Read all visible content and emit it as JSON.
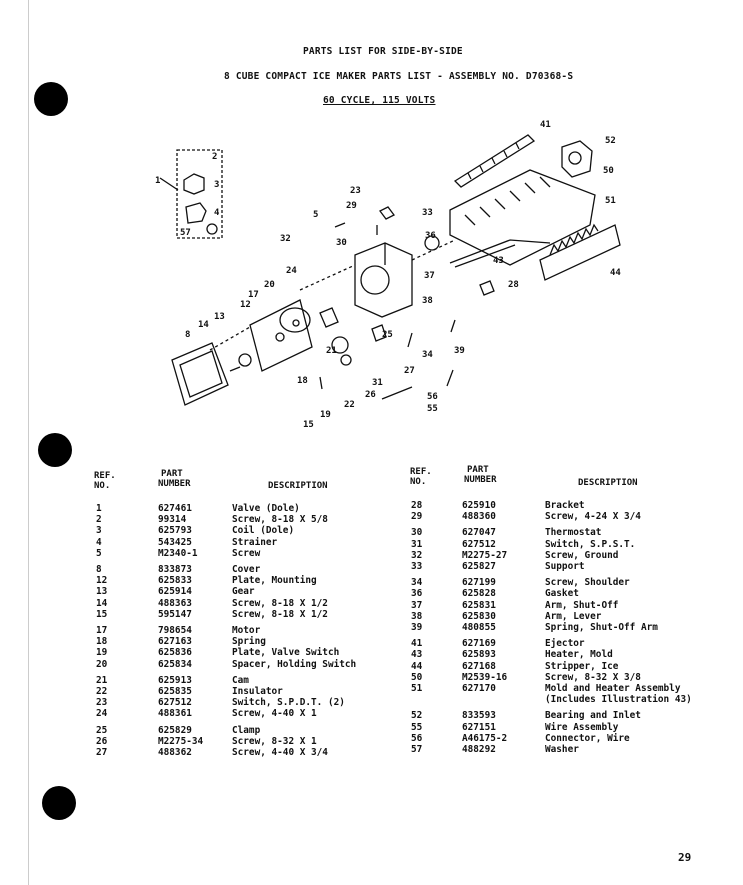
{
  "header": {
    "line1": "PARTS LIST FOR SIDE-BY-SIDE",
    "line2": "8 CUBE COMPACT ICE MAKER PARTS LIST - ASSEMBLY NO. D70368-S",
    "line3": "60 CYCLE, 115 VOLTS"
  },
  "diagram_labels": [
    "1",
    "2",
    "3",
    "4",
    "5",
    "8",
    "12",
    "13",
    "14",
    "15",
    "17",
    "18",
    "19",
    "20",
    "21",
    "22",
    "23",
    "24",
    "25",
    "26",
    "27",
    "28",
    "29",
    "30",
    "31",
    "32",
    "33",
    "34",
    "36",
    "37",
    "38",
    "39",
    "41",
    "43",
    "44",
    "50",
    "51",
    "52",
    "55",
    "56",
    "57"
  ],
  "table_headers": {
    "ref": [
      "REF.",
      "NO."
    ],
    "part": [
      "PART",
      "NUMBER"
    ],
    "desc": "DESCRIPTION"
  },
  "left_rows": [
    {
      "ref": "1",
      "part": "627461",
      "desc": "Valve (Dole)",
      "gap": false
    },
    {
      "ref": "2",
      "part": "99314",
      "desc": "Screw, 8-18 X 5/8",
      "gap": false
    },
    {
      "ref": "3",
      "part": "625793",
      "desc": "Coil (Dole)",
      "gap": false
    },
    {
      "ref": "4",
      "part": "543425",
      "desc": "Strainer",
      "gap": false
    },
    {
      "ref": "5",
      "part": "M2340-1",
      "desc": "Screw",
      "gap": false
    },
    {
      "ref": "8",
      "part": "833873",
      "desc": "Cover",
      "gap": true
    },
    {
      "ref": "12",
      "part": "625833",
      "desc": "Plate, Mounting",
      "gap": false
    },
    {
      "ref": "13",
      "part": "625914",
      "desc": "Gear",
      "gap": false
    },
    {
      "ref": "14",
      "part": "488363",
      "desc": "Screw, 8-18 X 1/2",
      "gap": false
    },
    {
      "ref": "15",
      "part": "595147",
      "desc": "Screw, 8-18 X 1/2",
      "gap": false
    },
    {
      "ref": "17",
      "part": "798654",
      "desc": "Motor",
      "gap": true
    },
    {
      "ref": "18",
      "part": "627163",
      "desc": "Spring",
      "gap": false
    },
    {
      "ref": "19",
      "part": "625836",
      "desc": "Plate, Valve Switch",
      "gap": false
    },
    {
      "ref": "20",
      "part": "625834",
      "desc": "Spacer, Holding Switch",
      "gap": false
    },
    {
      "ref": "21",
      "part": "625913",
      "desc": "Cam",
      "gap": true
    },
    {
      "ref": "22",
      "part": "625835",
      "desc": "Insulator",
      "gap": false
    },
    {
      "ref": "23",
      "part": "627512",
      "desc": "Switch, S.P.D.T. (2)",
      "gap": false
    },
    {
      "ref": "24",
      "part": "488361",
      "desc": "Screw, 4-40 X 1",
      "gap": false
    },
    {
      "ref": "25",
      "part": "625829",
      "desc": "Clamp",
      "gap": true
    },
    {
      "ref": "26",
      "part": "M2275-34",
      "desc": "Screw, 8-32 X 1",
      "gap": false
    },
    {
      "ref": "27",
      "part": "488362",
      "desc": "Screw, 4-40 X 3/4",
      "gap": false
    }
  ],
  "right_rows": [
    {
      "ref": "28",
      "part": "625910",
      "desc": "Bracket",
      "gap": false
    },
    {
      "ref": "29",
      "part": "488360",
      "desc": "Screw, 4-24 X 3/4",
      "gap": false
    },
    {
      "ref": "30",
      "part": "627047",
      "desc": "Thermostat",
      "gap": true
    },
    {
      "ref": "31",
      "part": "627512",
      "desc": "Switch, S.P.S.T.",
      "gap": false
    },
    {
      "ref": "32",
      "part": "M2275-27",
      "desc": "Screw, Ground",
      "gap": false
    },
    {
      "ref": "33",
      "part": "625827",
      "desc": "Support",
      "gap": false
    },
    {
      "ref": "34",
      "part": "627199",
      "desc": "Screw, Shoulder",
      "gap": true
    },
    {
      "ref": "36",
      "part": "625828",
      "desc": "Gasket",
      "gap": false
    },
    {
      "ref": "37",
      "part": "625831",
      "desc": "Arm, Shut-Off",
      "gap": false
    },
    {
      "ref": "38",
      "part": "625830",
      "desc": "Arm, Lever",
      "gap": false
    },
    {
      "ref": "39",
      "part": "480855",
      "desc": "Spring, Shut-Off Arm",
      "gap": false
    },
    {
      "ref": "41",
      "part": "627169",
      "desc": "Ejector",
      "gap": true
    },
    {
      "ref": "43",
      "part": "625893",
      "desc": "Heater, Mold",
      "gap": false
    },
    {
      "ref": "44",
      "part": "627168",
      "desc": "Stripper, Ice",
      "gap": false
    },
    {
      "ref": "50",
      "part": "M2539-16",
      "desc": "Screw, 8-32 X 3/8",
      "gap": false
    },
    {
      "ref": "51",
      "part": "627170",
      "desc": "Mold and Heater Assembly",
      "gap": false
    },
    {
      "ref": "",
      "part": "",
      "desc": "(Includes Illustration 43)",
      "gap": false
    },
    {
      "ref": "52",
      "part": "833593",
      "desc": "Bearing and Inlet",
      "gap": true
    },
    {
      "ref": "55",
      "part": "627151",
      "desc": "Wire Assembly",
      "gap": false
    },
    {
      "ref": "56",
      "part": "A46175-2",
      "desc": "Connector, Wire",
      "gap": false
    },
    {
      "ref": "57",
      "part": "488292",
      "desc": "Washer",
      "gap": false
    }
  ],
  "page_number": "29"
}
